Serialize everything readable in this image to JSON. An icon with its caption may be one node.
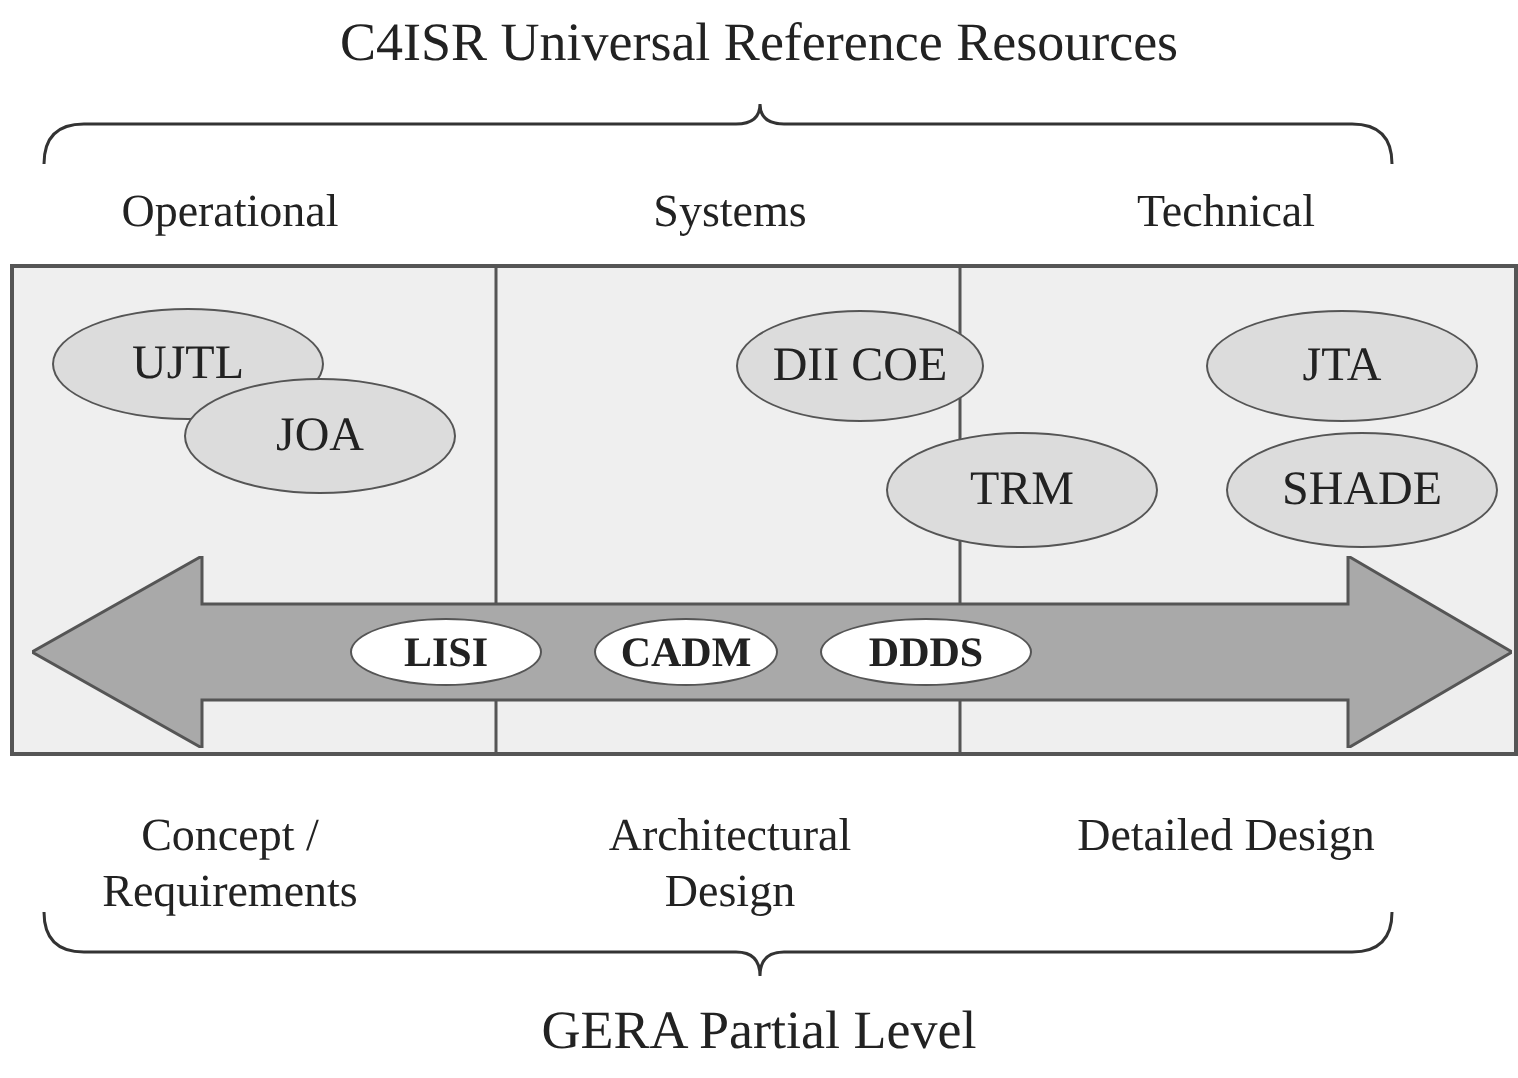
{
  "diagram": {
    "title": "C4ISR Universal Reference  Resources",
    "caption": "GERA Partial Level",
    "nodes": [
      {
        "text": [
          "UJTL"
        ]
      },
      {
        "text": [
          "JOA"
        ]
      },
      {
        "text": [
          "DII COE"
        ]
      },
      {
        "text": [
          "TRM"
        ]
      },
      {
        "text": [
          "JTA"
        ]
      },
      {
        "text": [
          "SHADE"
        ]
      },
      {
        "text": [],
        "shape": "arrow"
      },
      {
        "text": [
          "LISI"
        ],
        "in": 6
      },
      {
        "text": [
          "CADM"
        ],
        "in": 6
      },
      {
        "text": [
          "DDDS"
        ],
        "in": 6
      }
    ],
    "labels": [
      "Operational",
      "Systems",
      "Technical",
      "Concept / Requirements",
      "Architectural Design",
      "Detailed Design"
    ]
  }
}
